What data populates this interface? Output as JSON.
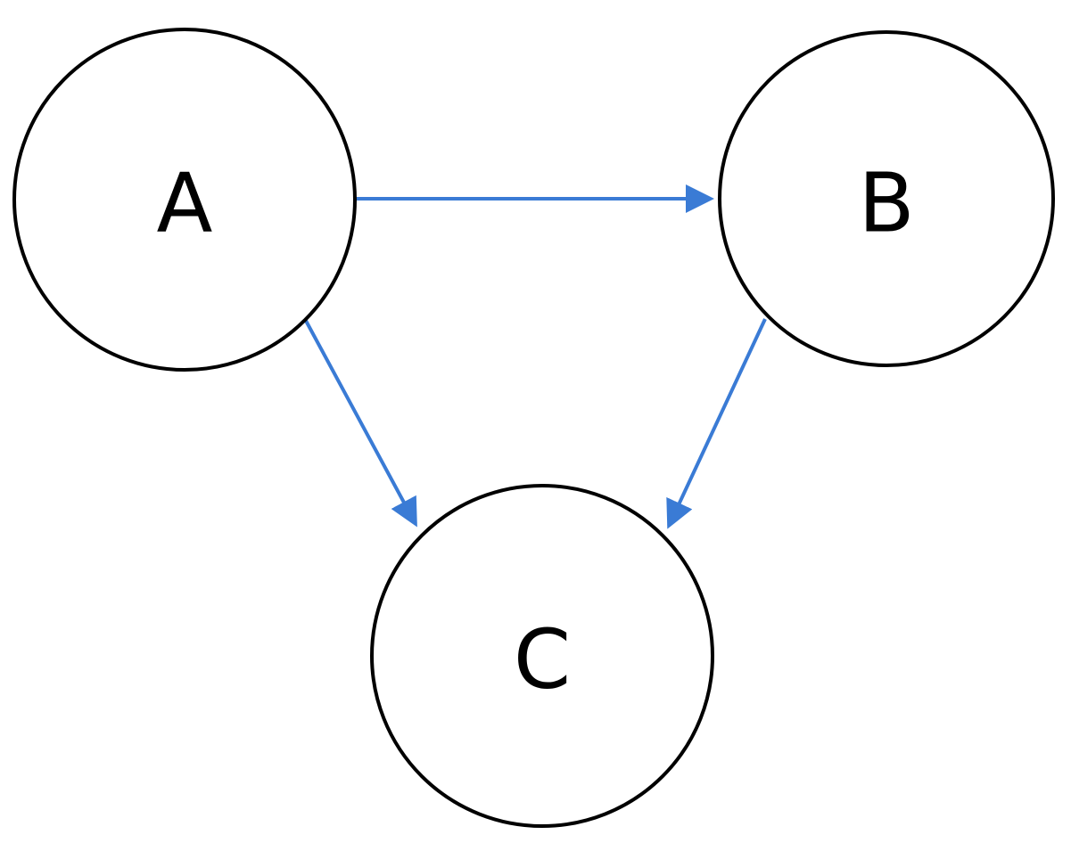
{
  "diagram": {
    "type": "directed-graph",
    "nodes": [
      {
        "id": "A",
        "label": "A"
      },
      {
        "id": "B",
        "label": "B"
      },
      {
        "id": "C",
        "label": "C"
      }
    ],
    "edges": [
      {
        "from": "A",
        "to": "B"
      },
      {
        "from": "A",
        "to": "C"
      },
      {
        "from": "B",
        "to": "C"
      }
    ],
    "colors": {
      "node_stroke": "#000000",
      "node_fill": "#ffffff",
      "edge": "#3a7bd5",
      "label": "#000000"
    }
  }
}
